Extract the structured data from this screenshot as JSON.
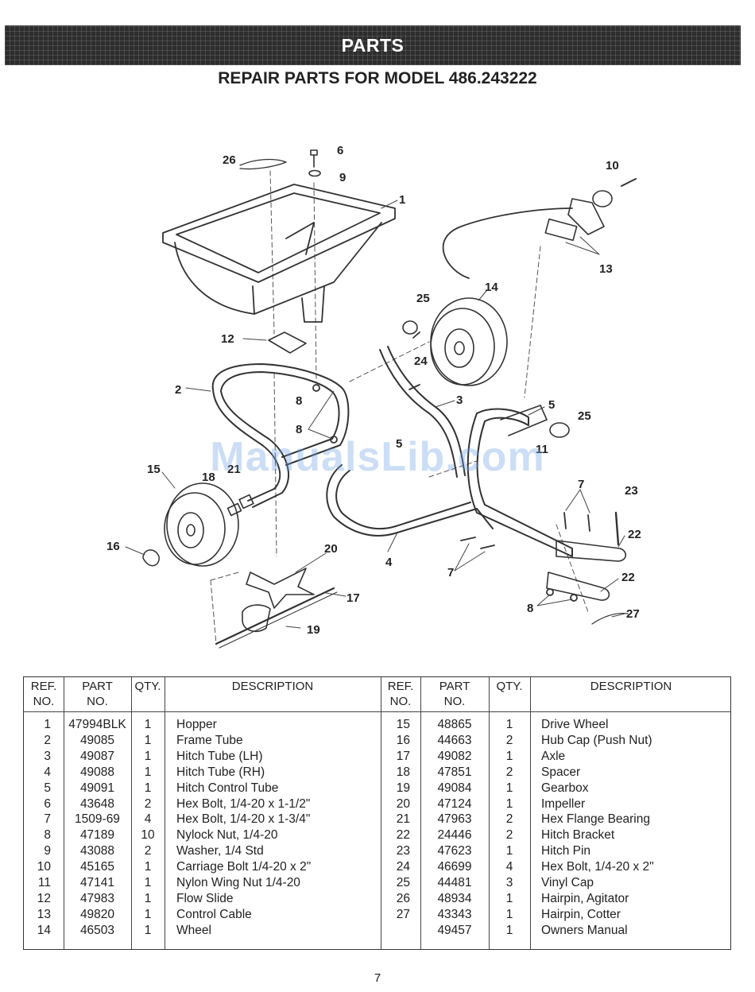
{
  "header": {
    "banner": "PARTS",
    "title": "REPAIR PARTS FOR MODEL 486.243222"
  },
  "watermark": "ManualsLib.com",
  "diagram_labels": [
    {
      "id": "l1",
      "text": "1"
    },
    {
      "id": "l2",
      "text": "2"
    },
    {
      "id": "l3",
      "text": "3"
    },
    {
      "id": "l4",
      "text": "4"
    },
    {
      "id": "l5a",
      "text": "5"
    },
    {
      "id": "l5b",
      "text": "5"
    },
    {
      "id": "l6",
      "text": "6"
    },
    {
      "id": "l7a",
      "text": "7"
    },
    {
      "id": "l7b",
      "text": "7"
    },
    {
      "id": "l8a",
      "text": "8"
    },
    {
      "id": "l8b",
      "text": "8"
    },
    {
      "id": "l8c",
      "text": "8"
    },
    {
      "id": "l9",
      "text": "9"
    },
    {
      "id": "l10",
      "text": "10"
    },
    {
      "id": "l11",
      "text": "11"
    },
    {
      "id": "l12",
      "text": "12"
    },
    {
      "id": "l13",
      "text": "13"
    },
    {
      "id": "l14",
      "text": "14"
    },
    {
      "id": "l15",
      "text": "15"
    },
    {
      "id": "l16",
      "text": "16"
    },
    {
      "id": "l17",
      "text": "17"
    },
    {
      "id": "l18",
      "text": "18"
    },
    {
      "id": "l19",
      "text": "19"
    },
    {
      "id": "l20",
      "text": "20"
    },
    {
      "id": "l21",
      "text": "21"
    },
    {
      "id": "l22a",
      "text": "22"
    },
    {
      "id": "l22b",
      "text": "22"
    },
    {
      "id": "l23",
      "text": "23"
    },
    {
      "id": "l24",
      "text": "24"
    },
    {
      "id": "l25a",
      "text": "25"
    },
    {
      "id": "l25b",
      "text": "25"
    },
    {
      "id": "l26",
      "text": "26"
    },
    {
      "id": "l27",
      "text": "27"
    }
  ],
  "table": {
    "headers": {
      "ref": "REF.\nNO.",
      "part": "PART\nNO.",
      "qty": "QTY.",
      "desc": "DESCRIPTION"
    },
    "left_rows": [
      {
        "ref": "1",
        "part": "47994BLK",
        "qty": "1",
        "desc": "Hopper"
      },
      {
        "ref": "2",
        "part": "49085",
        "qty": "1",
        "desc": "Frame Tube"
      },
      {
        "ref": "3",
        "part": "49087",
        "qty": "1",
        "desc": "Hitch Tube (LH)"
      },
      {
        "ref": "4",
        "part": "49088",
        "qty": "1",
        "desc": "Hitch Tube (RH)"
      },
      {
        "ref": "5",
        "part": "49091",
        "qty": "1",
        "desc": "Hitch Control Tube"
      },
      {
        "ref": "6",
        "part": "43648",
        "qty": "2",
        "desc": "Hex Bolt, 1/4-20 x 1-1/2\""
      },
      {
        "ref": "7",
        "part": "1509-69",
        "qty": "4",
        "desc": "Hex Bolt, 1/4-20 x 1-3/4\""
      },
      {
        "ref": "8",
        "part": "47189",
        "qty": "10",
        "desc": "Nylock Nut, 1/4-20"
      },
      {
        "ref": "9",
        "part": "43088",
        "qty": "2",
        "desc": "Washer, 1/4 Std"
      },
      {
        "ref": "10",
        "part": "45165",
        "qty": "1",
        "desc": "Carriage Bolt 1/4-20 x 2\""
      },
      {
        "ref": "11",
        "part": "47141",
        "qty": "1",
        "desc": "Nylon Wing Nut 1/4-20"
      },
      {
        "ref": "12",
        "part": "47983",
        "qty": "1",
        "desc": "Flow Slide"
      },
      {
        "ref": "13",
        "part": "49820",
        "qty": "1",
        "desc": "Control Cable"
      },
      {
        "ref": "14",
        "part": "46503",
        "qty": "1",
        "desc": "Wheel"
      }
    ],
    "right_rows": [
      {
        "ref": "15",
        "part": "48865",
        "qty": "1",
        "desc": "Drive Wheel"
      },
      {
        "ref": "16",
        "part": "44663",
        "qty": "2",
        "desc": "Hub Cap (Push Nut)"
      },
      {
        "ref": "17",
        "part": "49082",
        "qty": "1",
        "desc": "Axle"
      },
      {
        "ref": "18",
        "part": "47851",
        "qty": "2",
        "desc": "Spacer"
      },
      {
        "ref": "19",
        "part": "49084",
        "qty": "1",
        "desc": "Gearbox"
      },
      {
        "ref": "20",
        "part": "47124",
        "qty": "1",
        "desc": "Impeller"
      },
      {
        "ref": "21",
        "part": "47963",
        "qty": "2",
        "desc": "Hex Flange Bearing"
      },
      {
        "ref": "22",
        "part": "24446",
        "qty": "2",
        "desc": "Hitch Bracket"
      },
      {
        "ref": "23",
        "part": "47623",
        "qty": "1",
        "desc": "Hitch Pin"
      },
      {
        "ref": "24",
        "part": "46699",
        "qty": "4",
        "desc": "Hex Bolt, 1/4-20 x 2\""
      },
      {
        "ref": "25",
        "part": "44481",
        "qty": "3",
        "desc": "Vinyl Cap"
      },
      {
        "ref": "26",
        "part": "48934",
        "qty": "1",
        "desc": "Hairpin, Agitator"
      },
      {
        "ref": "27",
        "part": "43343",
        "qty": "1",
        "desc": "Hairpin, Cotter"
      },
      {
        "ref": "",
        "part": "49457",
        "qty": "1",
        "desc": "Owners Manual"
      }
    ]
  },
  "footer": {
    "page_number": "7"
  }
}
